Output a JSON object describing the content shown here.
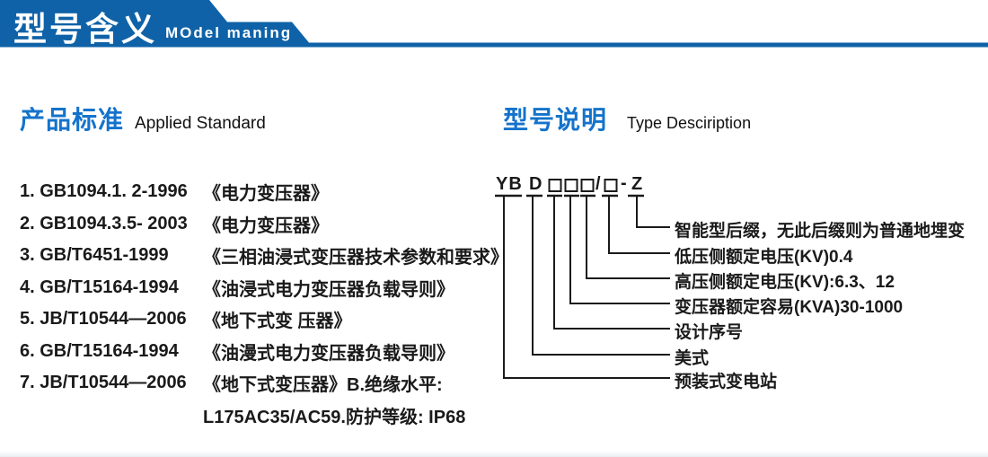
{
  "header": {
    "title": "型号含义",
    "subtitle": "MOdel maning"
  },
  "sections": {
    "left": {
      "title_cn": "产品标准",
      "title_en": "Applied Standard"
    },
    "right": {
      "title_cn": "型号说明",
      "title_en": "Type Desciription"
    }
  },
  "standards": [
    {
      "code": "1. GB1094.1. 2-1996",
      "title": "《电力变压器》"
    },
    {
      "code": "2. GB1094.3.5- 2003",
      "title": "《电力变压器》"
    },
    {
      "code": "3. GB/T6451-1999",
      "title": "《三相油浸式变压器技术参数和要求》"
    },
    {
      "code": "4. GB/T15164-1994",
      "title": "《油浸式电力变压器负载导则》"
    },
    {
      "code": "5. JB/T10544—2006",
      "title": "《地下式变 压器》"
    },
    {
      "code": "6. GB/T15164-1994",
      "title": "《油漫式电力变压器负载导则》"
    },
    {
      "code": "7. JB/T10544—2006",
      "title": "《地下式变压器》B.绝缘水平:"
    },
    {
      "code": "",
      "title": "L175AC35/AC59.防护等级: IP68"
    }
  ],
  "diagram": {
    "code_parts": {
      "yb": "YB",
      "d": "D",
      "slash": "/",
      "dash": "-",
      "z": "Z"
    },
    "labels": [
      {
        "text": "智能型后缀，无此后缀则为普通地埋变"
      },
      {
        "text": "低压侧额定电压(KV)0.4"
      },
      {
        "text": "高压侧额定电压(KV):6.3、12"
      },
      {
        "text": "变压器额定容易(KVA)30-1000"
      },
      {
        "text": "设计序号"
      },
      {
        "text": "美式"
      },
      {
        "text": "预装式变电站"
      }
    ]
  },
  "colors": {
    "banner_blue": "#0f62a7",
    "accent_blue": "#1473cb",
    "text_black": "#1a1a1a"
  }
}
